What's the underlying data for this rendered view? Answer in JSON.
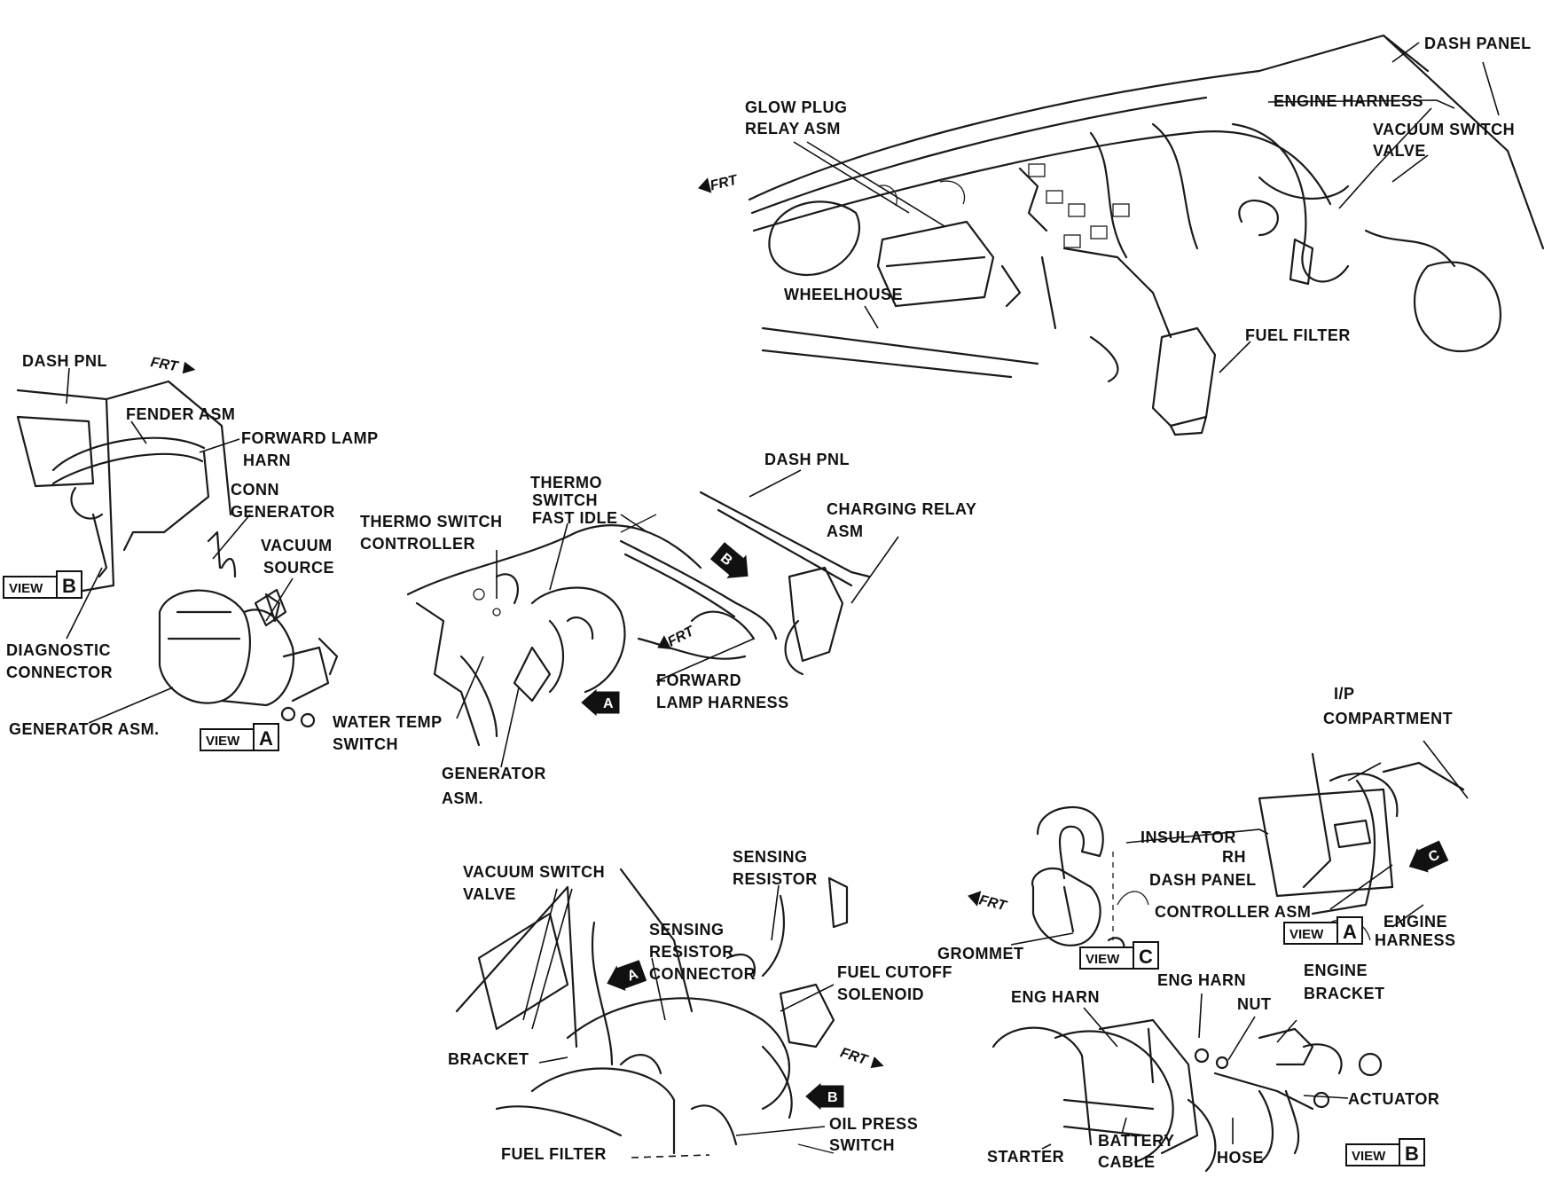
{
  "labels": {
    "dash_panel_top": "DASH PANEL",
    "glow_plug_relay_1": "GLOW PLUG",
    "glow_plug_relay_2": "RELAY ASM",
    "engine_harness_top": "ENGINE HARNESS",
    "vacuum_switch_valve_top_1": "VACUUM SWITCH",
    "vacuum_switch_valve_top_2": "VALVE",
    "wheelhouse": "WHEELHOUSE",
    "fuel_filter_top": "FUEL FILTER",
    "dash_pnl_left": "DASH PNL",
    "fender_asm": "FENDER ASM",
    "forward_lamp_harn_1": "FORWARD LAMP",
    "forward_lamp_harn_2": "HARN",
    "conn_generator_1": "CONN",
    "conn_generator_2": "GENERATOR",
    "vacuum_source_1": "VACUUM",
    "vacuum_source_2": "SOURCE",
    "diagnostic_connector_1": "DIAGNOSTIC",
    "diagnostic_connector_2": "CONNECTOR",
    "generator_asm_left": "GENERATOR ASM.",
    "thermo_switch_fast_idle_1": "THERMO",
    "thermo_switch_fast_idle_2": "SWITCH",
    "thermo_switch_fast_idle_3": "FAST IDLE",
    "dash_pnl_mid": "DASH PNL",
    "thermo_switch_controller_1": "THERMO SWITCH",
    "thermo_switch_controller_2": "CONTROLLER",
    "charging_relay_1": "CHARGING RELAY",
    "charging_relay_2": "ASM",
    "forward_lamp_harness_1": "FORWARD",
    "forward_lamp_harness_2": "LAMP HARNESS",
    "water_temp_switch_1": "WATER TEMP",
    "water_temp_switch_2": "SWITCH",
    "generator_asm_mid_1": "GENERATOR",
    "generator_asm_mid_2": "ASM.",
    "ip_compartment_1": "I/P",
    "ip_compartment_2": "COMPARTMENT",
    "insulator_rh_1": "INSULATOR",
    "insulator_rh_2": "RH",
    "dash_panel_right": "DASH PANEL",
    "controller_asm": "CONTROLLER ASM",
    "engine_harness_right_1": "ENGINE",
    "engine_harness_right_2": "HARNESS",
    "grommet": "GROMMET",
    "vacuum_switch_valve_bottom_1": "VACUUM SWITCH",
    "vacuum_switch_valve_bottom_2": "VALVE",
    "sensing_resistor_1": "SENSING",
    "sensing_resistor_2": "RESISTOR",
    "sensing_resistor_connector_1": "SENSING",
    "sensing_resistor_connector_2": "RESISTOR",
    "sensing_resistor_connector_3": "CONNECTOR",
    "fuel_cutoff_solenoid_1": "FUEL CUTOFF",
    "fuel_cutoff_solenoid_2": "SOLENOID",
    "bracket": "BRACKET",
    "oil_press_switch_1": "OIL PRESS",
    "oil_press_switch_2": "SWITCH",
    "fuel_filter_bottom": "FUEL FILTER",
    "eng_harn_1": "ENG HARN",
    "eng_harn_2": "ENG HARN",
    "nut": "NUT",
    "engine_bracket_1": "ENGINE",
    "engine_bracket_2": "BRACKET",
    "actuator": "ACTUATOR",
    "starter": "STARTER",
    "battery_cable_1": "BATTERY",
    "battery_cable_2": "CABLE",
    "hose": "HOSE"
  },
  "view_badges": {
    "word": "VIEW",
    "b_left": "B",
    "a_left": "A",
    "c_right": "C",
    "a_right": "A",
    "b_bottom": "B"
  },
  "arrow_tags": {
    "b_mid": "B",
    "a_mid": "A",
    "c_right": "C",
    "a_bottom": "A",
    "b_bottom": "B"
  },
  "frt": "FRT",
  "colors": {
    "ink": "#111111",
    "paper": "#ffffff"
  }
}
